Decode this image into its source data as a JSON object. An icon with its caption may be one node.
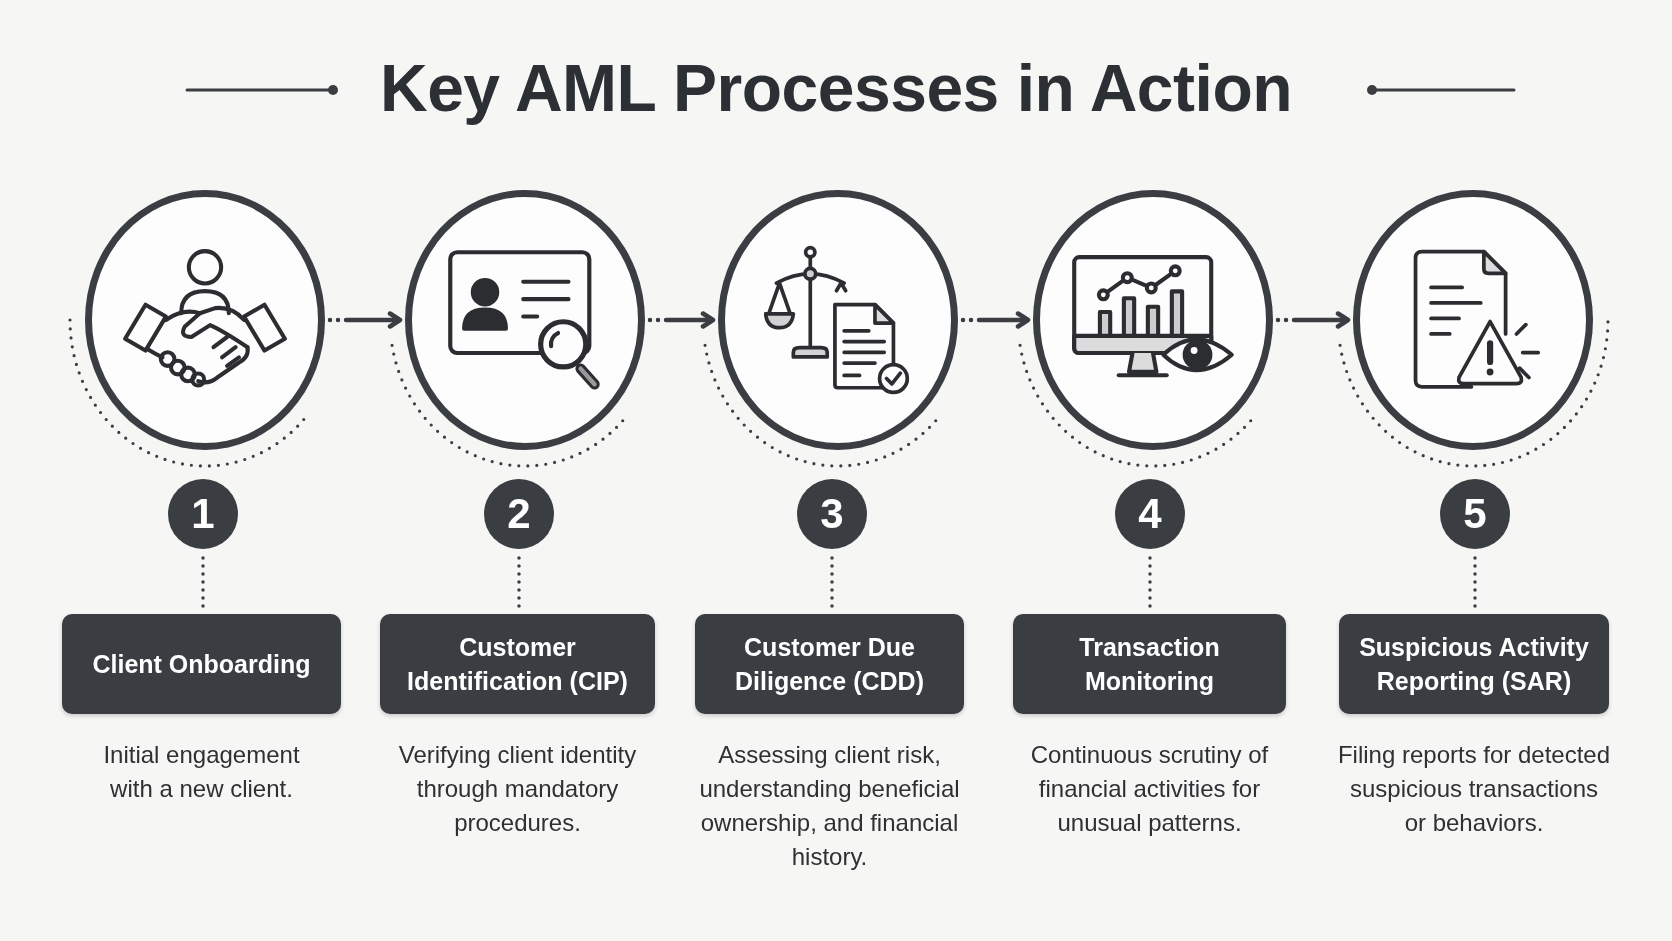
{
  "diagram": {
    "title": "Key AML Processes in Action",
    "nodes": [
      {
        "text": [],
        "shape": "circle"
      },
      {
        "text": [
          "1"
        ]
      },
      {
        "text": [
          "Client Onboarding"
        ],
        "beside": [
          "Initial engagement with a new client."
        ]
      },
      {
        "text": [],
        "shape": "circle"
      },
      {
        "text": [
          "2"
        ]
      },
      {
        "text": [
          "Customer Identification (CIP)"
        ],
        "beside": [
          "Verifying client identity through mandatory procedures."
        ]
      },
      {
        "text": [],
        "shape": "circle"
      },
      {
        "text": [
          "3"
        ]
      },
      {
        "text": [
          "Customer Due Diligence (CDD)"
        ],
        "beside": [
          "Assessing client risk, understanding beneficial ownership, and financial history."
        ]
      },
      {
        "text": [],
        "shape": "circle"
      },
      {
        "text": [
          "4"
        ]
      },
      {
        "text": [
          "Transaction Monitoring"
        ],
        "beside": [
          "Continuous scrutiny of financial activities for unusual patterns."
        ]
      },
      {
        "text": [],
        "shape": "circle"
      },
      {
        "text": [
          "5"
        ]
      },
      {
        "text": [
          "Suspicious Activity Reporting (SAR)"
        ],
        "beside": [
          "Filing reports for detected suspicious transactions or behaviors."
        ]
      }
    ],
    "edges": [
      {
        "from": 0,
        "to": 3,
        "arrow": "to"
      },
      {
        "from": 3,
        "to": 6,
        "arrow": "to"
      },
      {
        "from": 6,
        "to": 9,
        "arrow": "to"
      },
      {
        "from": 9,
        "to": 12,
        "arrow": "to"
      },
      {
        "from": 1,
        "to": 2,
        "arrow": "none",
        "style": "dashed"
      },
      {
        "from": 4,
        "to": 5,
        "arrow": "none",
        "style": "dashed"
      },
      {
        "from": 7,
        "to": 8,
        "arrow": "none",
        "style": "dashed"
      },
      {
        "from": 10,
        "to": 11,
        "arrow": "none",
        "style": "dashed"
      },
      {
        "from": 13,
        "to": 14,
        "arrow": "none",
        "style": "dashed"
      }
    ]
  }
}
